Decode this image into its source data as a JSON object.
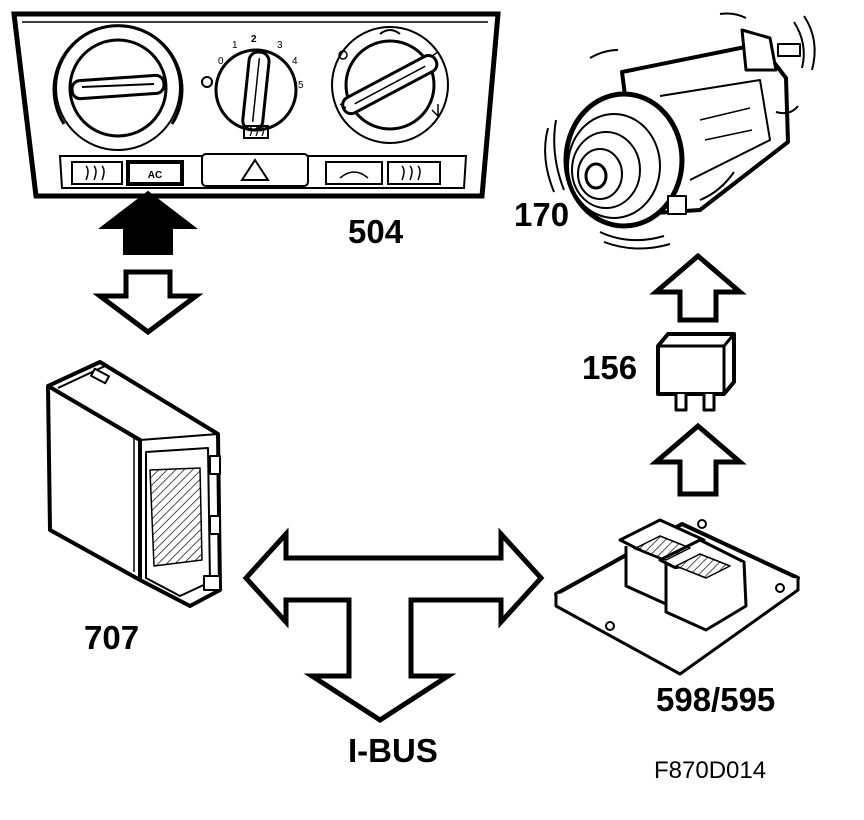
{
  "labels": {
    "control_panel": "504",
    "compressor": "170",
    "relay": "156",
    "control_module": "707",
    "engine_ecu": "598/595",
    "bus": "I-BUS",
    "figure_code": "F870D014"
  },
  "panel": {
    "ac_button": "AC",
    "fan_dial_marks": [
      "0",
      "1",
      "2",
      "3",
      "4",
      "5"
    ]
  }
}
